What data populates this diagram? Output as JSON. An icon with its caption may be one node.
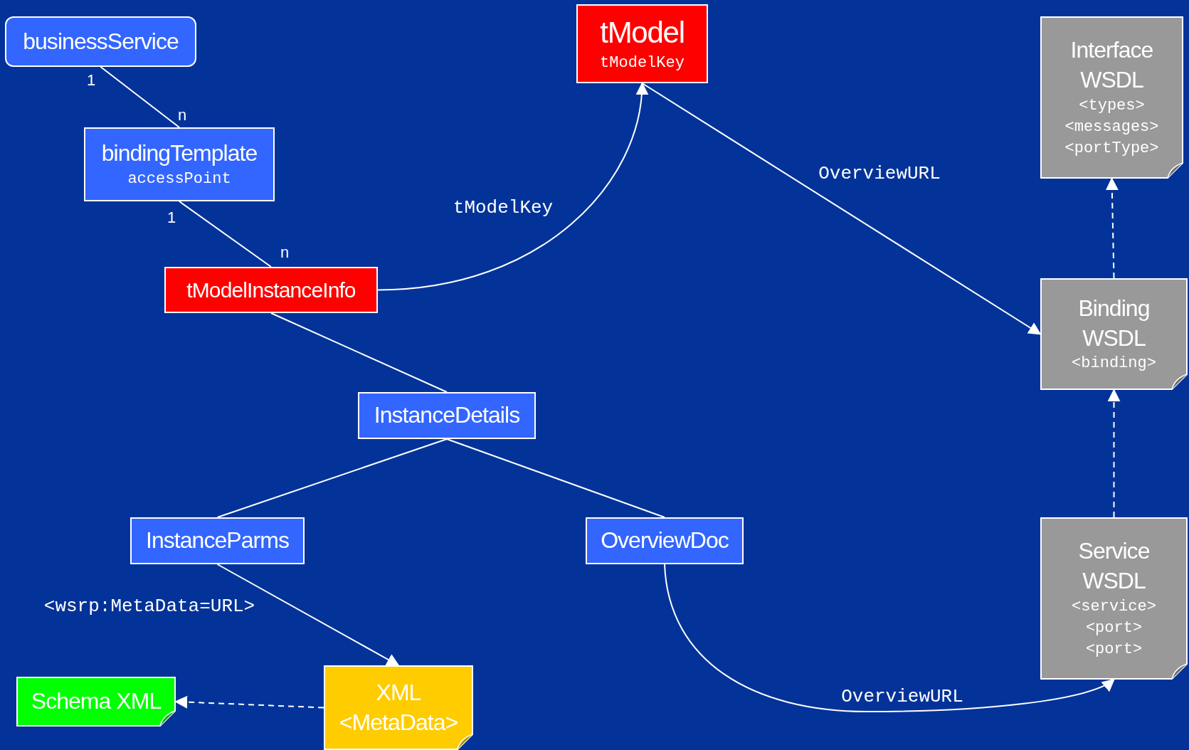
{
  "diagram": {
    "nodes": [
      {
        "text": [
          "businessService"
        ]
      },
      {
        "text": [
          "tModel",
          "tModelKey"
        ]
      },
      {
        "text": [
          "Interface WSDL",
          "<types>",
          "<messages>",
          "<portType>"
        ]
      },
      {
        "text": [
          "bindingTemplate",
          "accessPoint"
        ]
      },
      {
        "text": [
          "tModelInstanceInfo"
        ]
      },
      {
        "text": [
          "Binding WSDL",
          "<binding>"
        ]
      },
      {
        "text": [
          "InstanceDetails"
        ]
      },
      {
        "text": [
          "InstanceParms"
        ]
      },
      {
        "text": [
          "OverviewDoc"
        ]
      },
      {
        "text": [
          "Service WSDL",
          "<service>",
          "<port>",
          "<port>"
        ]
      },
      {
        "text": [
          "Schema XML"
        ]
      },
      {
        "text": [
          "XML",
          "<MetaData>"
        ]
      }
    ],
    "edges": [
      {
        "from": 0,
        "to": 3,
        "arrow": "none"
      },
      {
        "from": 3,
        "to": 4,
        "arrow": "none"
      },
      {
        "from": 4,
        "to": 1,
        "arrow": "to",
        "label": "tModelKey"
      },
      {
        "from": 1,
        "to": 5,
        "arrow": "to",
        "label": "OverviewURL"
      },
      {
        "from": 5,
        "to": 2,
        "arrow": "to",
        "style": "dashed"
      },
      {
        "from": 9,
        "to": 5,
        "arrow": "to",
        "style": "dashed"
      },
      {
        "from": 4,
        "to": 6,
        "arrow": "none"
      },
      {
        "from": 6,
        "to": 7,
        "arrow": "none"
      },
      {
        "from": 6,
        "to": 8,
        "arrow": "none"
      },
      {
        "from": 7,
        "to": 11,
        "arrow": "to",
        "label": "<wsrp:MetaData=URL>"
      },
      {
        "from": 8,
        "to": 9,
        "arrow": "to",
        "label": "OverviewURL"
      },
      {
        "from": 11,
        "to": 10,
        "arrow": "to",
        "style": "dashed"
      }
    ],
    "labels": [
      "1",
      "n",
      "1",
      "n"
    ]
  }
}
